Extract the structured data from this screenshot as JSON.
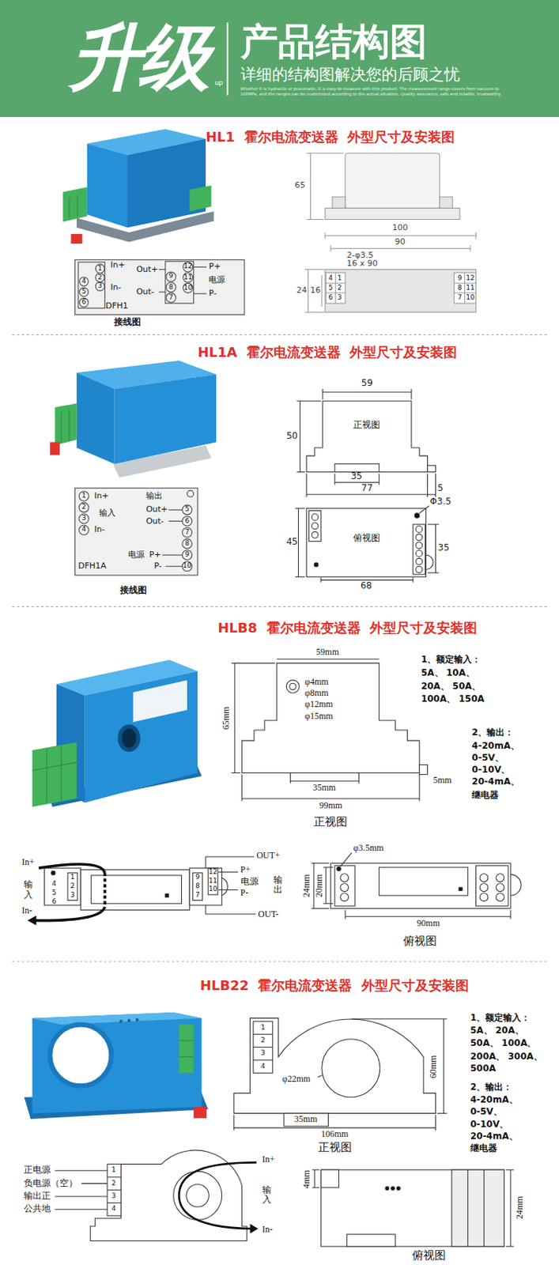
{
  "diagram": {
    "title": "产品结构图",
    "nodes": [
      {
        "text": [
          "升级",
          "up",
          "详细的结构图解决您的后顾之忧",
          "Whether it is hydraulic or pneumatic, it is easy to measure with this product. The measurement range covers from vacuum to 100MPa, and the ranges can be customized according to the actual situation. Quality assurance, safe and reliable, trustworthy."
        ]
      },
      {
        "text": [
          "In+",
          "1",
          "2",
          "3",
          "4",
          "5",
          "6",
          "In-",
          "Out+",
          "Out-",
          "12",
          "11",
          "10",
          "9",
          "8",
          "7",
          "P+",
          "电源",
          "P-",
          "DFH1"
        ]
      },
      {
        "text": [
          "1",
          "2",
          "3",
          "4",
          "In+",
          "输入",
          "In-",
          "输出",
          "Out+",
          "Out-",
          "5",
          "6",
          "7",
          "8",
          "9",
          "10",
          "电源",
          "P+",
          "P-",
          "DFH1A"
        ]
      },
      {
        "text": [
          "正视图"
        ]
      },
      {
        "text": [
          "俯视图"
        ]
      }
    ],
    "labels": [
      "HL1  霍尔电流变送器  外型尺寸及安装图",
      "接线图",
      "65",
      "100",
      "90",
      "2-φ3.5",
      "16 x 90",
      "24",
      "16",
      "4",
      "1",
      "5",
      "2",
      "6",
      "3",
      "9",
      "12",
      "8",
      "11",
      "7",
      "10",
      "HL1A  霍尔电流变送器  外型尺寸及安装图",
      "接线图",
      "59",
      "50",
      "35",
      "77",
      "5",
      "Φ3.5",
      "45",
      "35",
      "68",
      "HLB8  霍尔电流变送器  外型尺寸及安装图",
      "59mm",
      "φ4mm",
      "φ8mm",
      "φ12mm",
      "φ15mm",
      "65mm",
      "35mm",
      "5mm",
      "99mm",
      "正视图",
      "1、额定输入：",
      "5A、 10A、",
      "20A、 50A、",
      "100A、 150A",
      "2、输出：",
      "4-20mA、",
      "0-5V、",
      "0-10V、",
      "20-4mA、",
      "继电器",
      "In+",
      "输入",
      "In-",
      "1",
      "2",
      "3",
      "4",
      "5",
      "6",
      "9",
      "8",
      "7",
      "12",
      "11",
      "10",
      "P+",
      "电源",
      "P-",
      "OUT+",
      "输出",
      "OUT-",
      "φ3.5mm",
      "24mm",
      "20mm",
      "90mm",
      "俯视图",
      "HLB22  霍尔电流变送器  外型尺寸及安装图",
      "1",
      "2",
      "3",
      "4",
      "φ22mm",
      "60mm",
      "35mm",
      "106mm",
      "正视图",
      "1、额定输入：",
      "5A、 20A、",
      "50A、 100A、",
      "200A、 300A、",
      "500A",
      "2、输出：",
      "4-20mA、",
      "0-5V、",
      "0-10V、",
      "20-4mA、",
      "继电器",
      "正电源",
      "负电源（空）",
      "输出正",
      "公共地",
      "1",
      "2",
      "3",
      "4",
      "In+",
      "输入",
      "In-",
      "4mm",
      "24mm",
      "俯视图"
    ]
  }
}
